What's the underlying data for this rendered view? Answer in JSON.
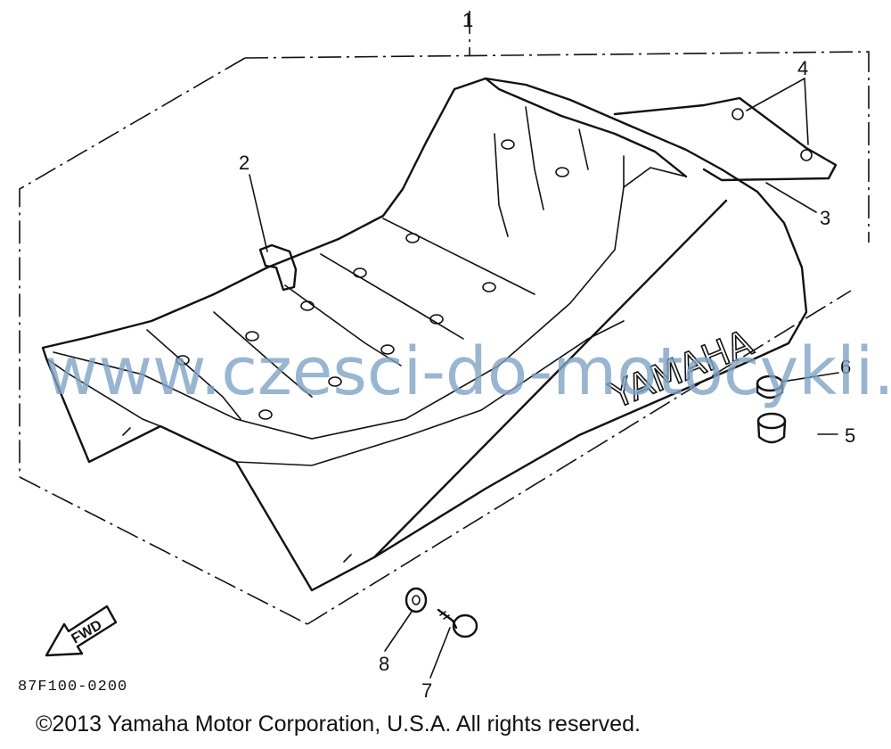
{
  "callouts": [
    {
      "id": "1",
      "label": "1"
    },
    {
      "id": "2",
      "label": "2"
    },
    {
      "id": "3",
      "label": "3"
    },
    {
      "id": "4",
      "label": "4"
    },
    {
      "id": "5",
      "label": "5"
    },
    {
      "id": "6",
      "label": "6"
    },
    {
      "id": "7",
      "label": "7"
    },
    {
      "id": "8",
      "label": "8"
    }
  ],
  "seat_brand": "YAMAHA",
  "fwd_label": "FWD",
  "part_code": "87F100-0200",
  "watermark": "www.czesci-do-motocykli.pl",
  "copyright": "©2013 Yamaha Motor Corporation, U.S.A. All rights reserved."
}
